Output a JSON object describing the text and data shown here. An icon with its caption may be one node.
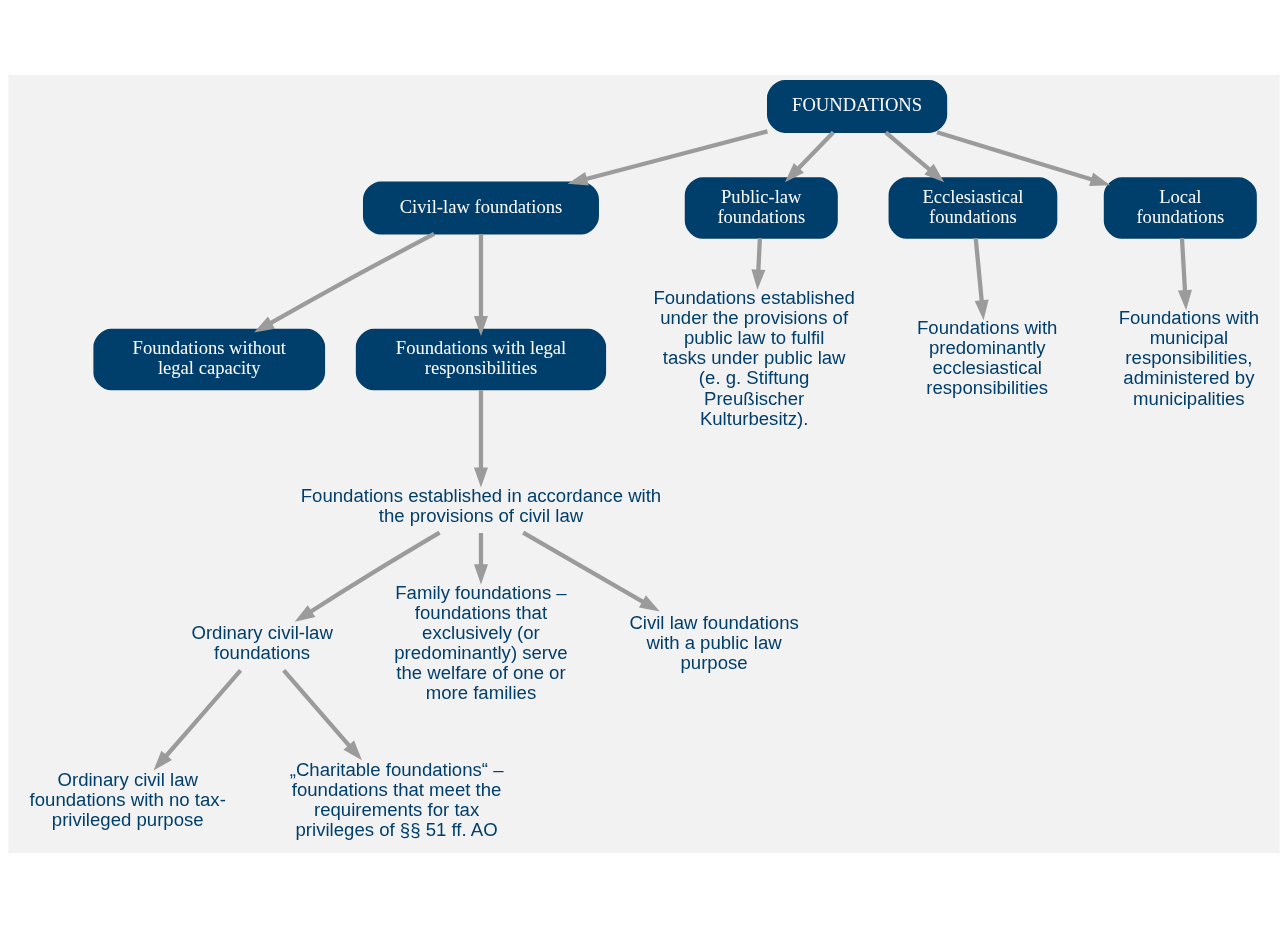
{
  "diagram": {
    "nodes": [
      {
        "text": [
          "FOUNDATIONS"
        ]
      },
      {
        "text": [
          "Civil-law foundations"
        ]
      },
      {
        "text": [
          "Public-law foundations"
        ]
      },
      {
        "text": [
          "Ecclesiastical foundations"
        ]
      },
      {
        "text": [
          "Local foundations"
        ]
      },
      {
        "text": [
          "Foundations without legal capacity"
        ]
      },
      {
        "text": [
          "Foundations with legal responsibilities"
        ]
      },
      {
        "text": [
          "Foundations established under the provisions of public law to fulfil tasks under public law (e. g. Stiftung Preußischer Kulturbesitz)."
        ]
      },
      {
        "text": [
          "Foundations with predominantly ecclesiastical responsibilities"
        ]
      },
      {
        "text": [
          "Foundations with municipal responsibilities, administered by municipalities"
        ]
      },
      {
        "text": [
          "Foundations established in accordance with the provisions of civil law"
        ]
      },
      {
        "text": [
          "Ordinary civil-law foundations"
        ]
      },
      {
        "text": [
          "Family foundations – foundations that exclusively (or predominantly) serve the welfare of one or more families"
        ]
      },
      {
        "text": [
          "Civil law foundations with a public law purpose"
        ]
      },
      {
        "text": [
          "Ordinary civil law foundations with no tax-privileged purpose"
        ]
      },
      {
        "text": [
          "„Charitable foundations“ – foundations that meet the requirements for tax privileges of §§ 51 ff. AO"
        ]
      }
    ],
    "edges": [
      {
        "from": 0,
        "to": 1,
        "arrow": "to"
      },
      {
        "from": 0,
        "to": 2,
        "arrow": "to"
      },
      {
        "from": 0,
        "to": 3,
        "arrow": "to"
      },
      {
        "from": 0,
        "to": 4,
        "arrow": "to"
      },
      {
        "from": 1,
        "to": 5,
        "arrow": "to"
      },
      {
        "from": 1,
        "to": 6,
        "arrow": "to"
      },
      {
        "from": 2,
        "to": 7,
        "arrow": "to"
      },
      {
        "from": 3,
        "to": 8,
        "arrow": "to"
      },
      {
        "from": 4,
        "to": 9,
        "arrow": "to"
      },
      {
        "from": 6,
        "to": 10,
        "arrow": "to"
      },
      {
        "from": 10,
        "to": 11,
        "arrow": "to"
      },
      {
        "from": 10,
        "to": 12,
        "arrow": "to"
      },
      {
        "from": 10,
        "to": 13,
        "arrow": "to"
      },
      {
        "from": 11,
        "to": 14,
        "arrow": "to"
      },
      {
        "from": 11,
        "to": 15,
        "arrow": "to"
      }
    ]
  }
}
